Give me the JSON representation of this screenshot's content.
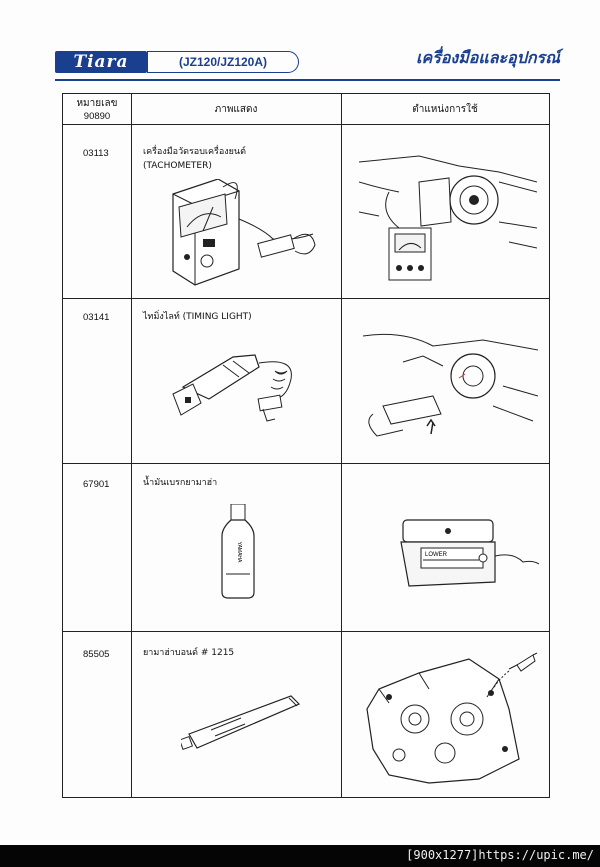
{
  "header": {
    "logo_text": "Tiara",
    "model": "(JZ120/JZ120A)",
    "title": "เครื่องมือและอุปกรณ์"
  },
  "table": {
    "col_code": "หมายเลข",
    "col_code_sub": "90890",
    "col_picture": "ภาพแสดง",
    "col_location": "ตำแหน่งการใช้",
    "rows": [
      {
        "code": "03113",
        "desc_line1": "เครื่องมือวัดรอบเครื่องยนต์",
        "desc_line2": "(TACHOMETER)"
      },
      {
        "code": "03141",
        "desc_line1": "ไทมิ่งไลท์ (TIMING  LIGHT)",
        "desc_line2": ""
      },
      {
        "code": "67901",
        "desc_line1": "น้ำมันเบรกยามาฮ่า",
        "desc_line2": ""
      },
      {
        "code": "85505",
        "desc_line1": "ยามาฮ่าบอนด์ # 1215",
        "desc_line2": ""
      }
    ]
  },
  "labels": {
    "bottle_brand": "YAMAHA",
    "reservoir_mark": "LOWER"
  },
  "footer": {
    "watermark": "[900x1277]https://upic.me/"
  }
}
